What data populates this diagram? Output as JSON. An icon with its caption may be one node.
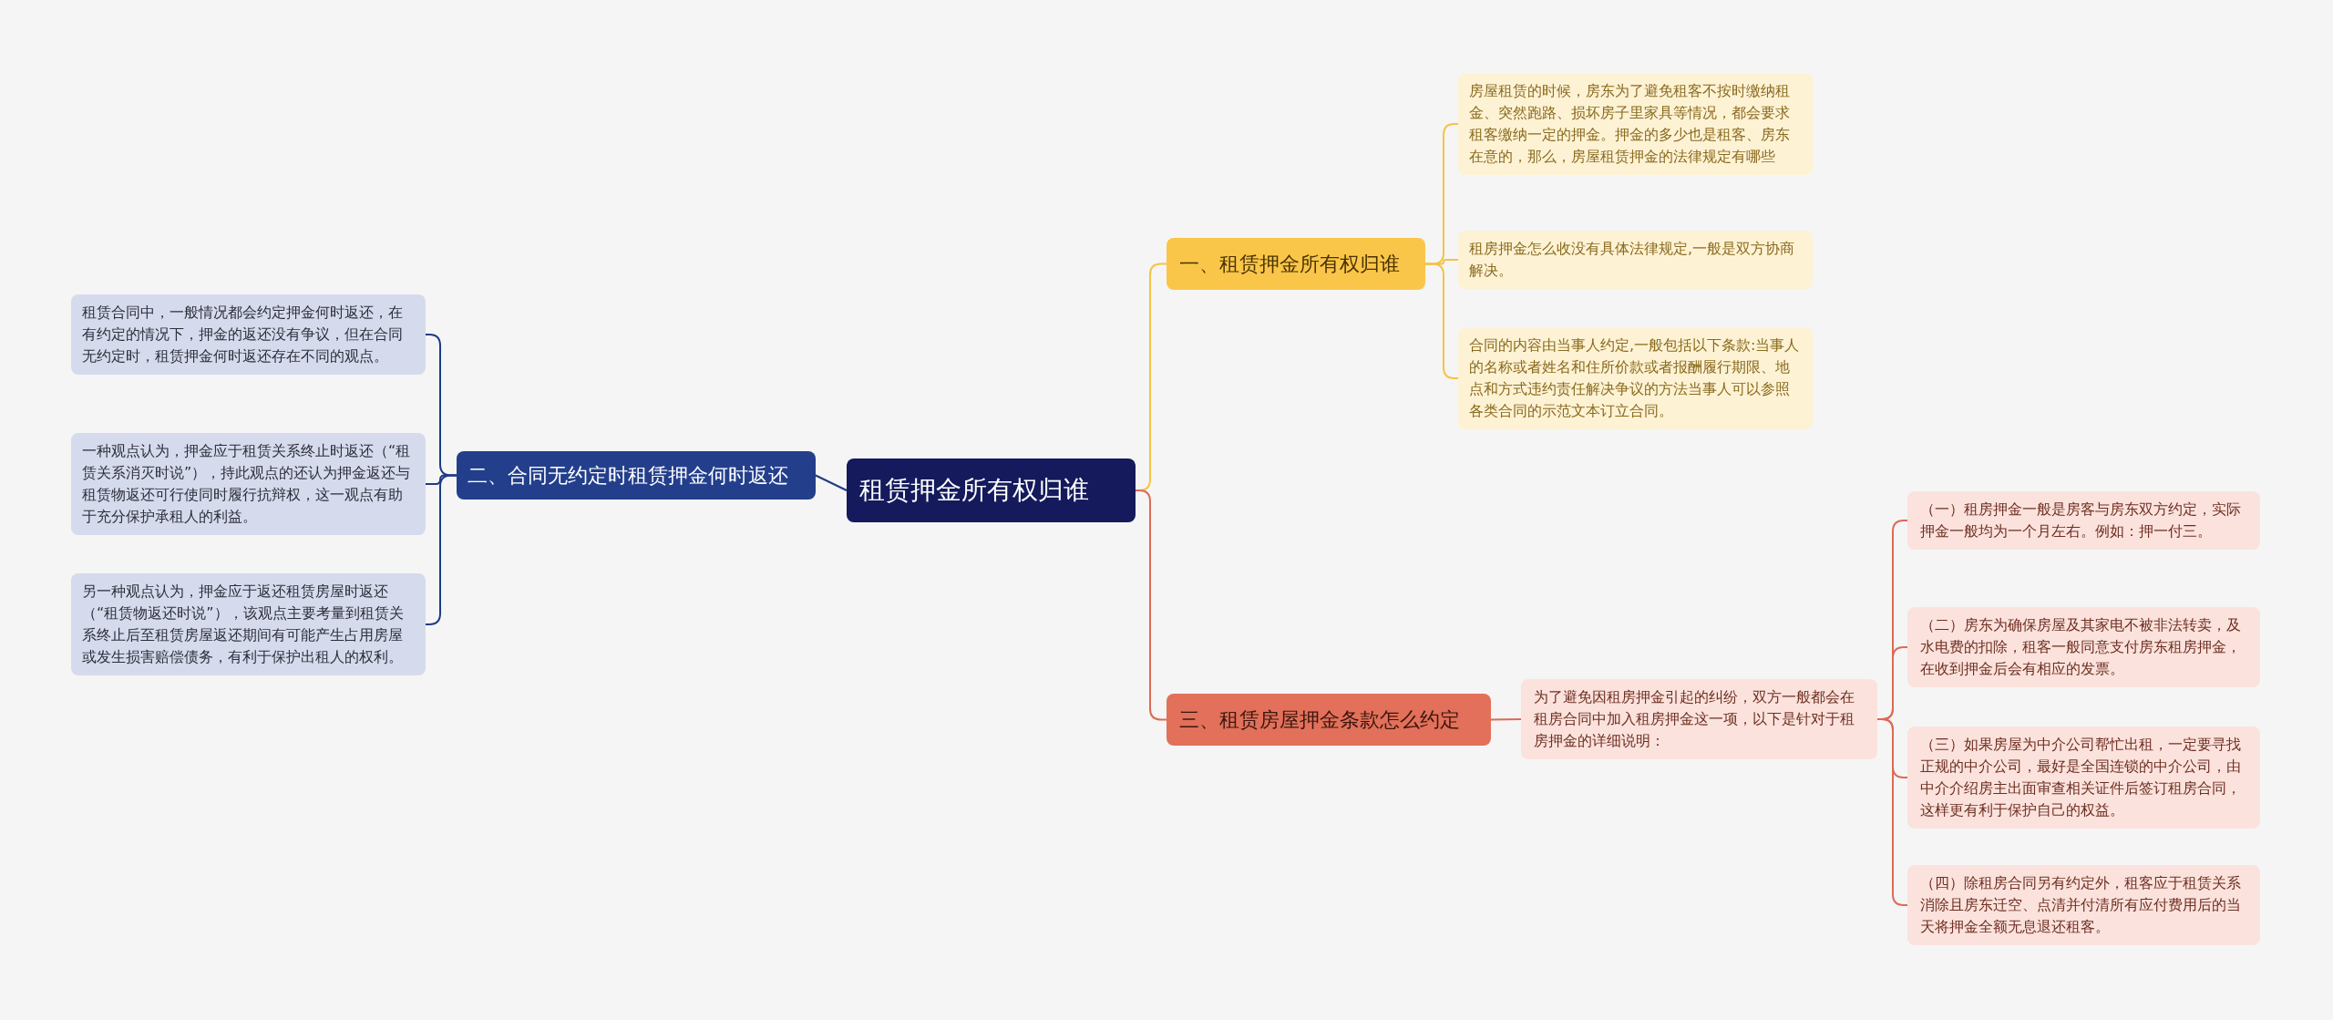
{
  "diagram": {
    "nodes": [
      {
        "text": [
          "租赁押金所有权归谁"
        ]
      },
      {
        "text": [
          "一、租赁押金所有权归谁"
        ]
      },
      {
        "text": [
          "房屋租赁的时候，房东为了避免租客不按时缴纳租金、突然跑路、损坏房子里家具等情况，都会要求租客缴纳一定的押金。押金的多少也是租客、房东在意的，那么，房屋租赁押金的法律规定有哪些"
        ]
      },
      {
        "text": [
          "租房押金怎么收没有具体法律规定,一般是双方协商解决。"
        ]
      },
      {
        "text": [
          "合同的内容由当事人约定,一般包括以下条款:当事人的名称或者姓名和住所价款或者报酬履行期限、地点和方式违约责任解决争议的方法当事人可以参照各类合同的示范文本订立合同。"
        ]
      },
      {
        "text": [
          "三、租赁房屋押金条款怎么约定"
        ]
      },
      {
        "text": [
          "为了避免因租房押金引起的纠纷，双方一般都会在租房合同中加入租房押金这一项，以下是针对于租房押金的详细说明："
        ]
      },
      {
        "text": [
          "（一）租房押金一般是房客与房东双方约定，实际押金一般均为一个月左右。例如：押一付三。"
        ]
      },
      {
        "text": [
          "（二）房东为确保房屋及其家电不被非法转卖，及水电费的扣除，租客一般同意支付房东租房押金，在收到押金后会有相应的发票。"
        ]
      },
      {
        "text": [
          "（三）如果房屋为中介公司帮忙出租，一定要寻找正规的中介公司，最好是全国连锁的中介公司，由中介介绍房主出面审查相关证件后签订租房合同，这样更有利于保护自己的权益。"
        ]
      },
      {
        "text": [
          "（四）除租房合同另有约定外，租客应于租赁关系消除且房东迁空、点清并付清所有应付费用后的当天将押金全额无息退还租客。"
        ]
      },
      {
        "text": [
          "二、合同无约定时租赁押金何时返还"
        ]
      },
      {
        "text": [
          "租赁合同中，一般情况都会约定押金何时返还，在有约定的情况下，押金的返还没有争议，但在合同无约定时，租赁押金何时返还存在不同的观点。"
        ]
      },
      {
        "text": [
          "一种观点认为，押金应于租赁关系终止时返还（“租赁关系消灭时说”），持此观点的还认为押金返还与租赁物返还可行使同时履行抗辩权，这一观点有助于充分保护承租人的利益。"
        ]
      },
      {
        "text": [
          "另一种观点认为，押金应于返还租赁房屋时返还（“租赁物返还时说”），该观点主要考量到租赁关系终止后至租赁房屋返还期间有可能产生占用房屋或发生损害赔偿债务，有利于保护出租人的权利。"
        ]
      }
    ],
    "edges": [
      {
        "from": 0,
        "to": 1,
        "arrow": "none",
        "color": "#f5c342"
      },
      {
        "from": 0,
        "to": 5,
        "arrow": "none",
        "color": "#dd6a55"
      },
      {
        "from": 0,
        "to": 11,
        "arrow": "none",
        "color": "#1f3a86"
      },
      {
        "from": 1,
        "to": 2,
        "arrow": "none",
        "color": "#f5c342"
      },
      {
        "from": 1,
        "to": 3,
        "arrow": "none",
        "color": "#f5c342"
      },
      {
        "from": 1,
        "to": 4,
        "arrow": "none",
        "color": "#f5c342"
      },
      {
        "from": 5,
        "to": 6,
        "arrow": "none",
        "color": "#dd6a55"
      },
      {
        "from": 6,
        "to": 7,
        "arrow": "none",
        "color": "#dd6a55"
      },
      {
        "from": 6,
        "to": 8,
        "arrow": "none",
        "color": "#dd6a55"
      },
      {
        "from": 6,
        "to": 9,
        "arrow": "none",
        "color": "#dd6a55"
      },
      {
        "from": 6,
        "to": 10,
        "arrow": "none",
        "color": "#dd6a55"
      },
      {
        "from": 11,
        "to": 12,
        "arrow": "none",
        "color": "#1f3a86"
      },
      {
        "from": 11,
        "to": 13,
        "arrow": "none",
        "color": "#1f3a86"
      },
      {
        "from": 11,
        "to": 14,
        "arrow": "none",
        "color": "#1f3a86"
      }
    ]
  }
}
